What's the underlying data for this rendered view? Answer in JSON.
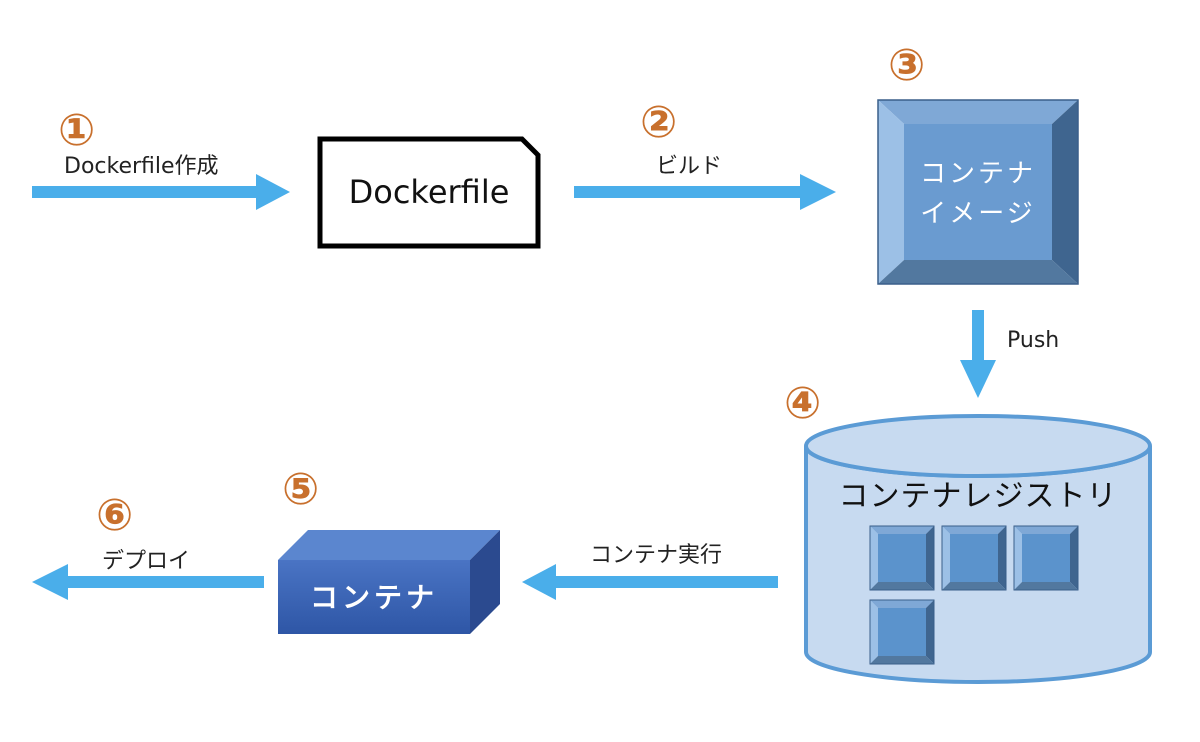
{
  "colors": {
    "arrow": "#4aaeea",
    "step_number": "#c8702d",
    "image_face": "#6a9bd0",
    "image_bevel_light": "#9cc0e6",
    "image_bevel_top": "#7fa8d6",
    "image_bevel_dark": "#3f658f",
    "image_bevel_bottom": "#52789f",
    "registry_fill": "#c7daf0",
    "registry_stroke": "#5b9bd5",
    "registry_item": "#5b93cc",
    "container_front": "#3a62b8",
    "container_top": "#5b86cf",
    "container_side": "#2b4a8f",
    "dockerfile_stroke": "#000000"
  },
  "steps": [
    {
      "number": "①",
      "edge_label": "Dockerfile作成"
    },
    {
      "number": "②",
      "edge_label": "ビルド"
    },
    {
      "number": "③"
    },
    {
      "number": "④",
      "edge_label": "Push"
    },
    {
      "number": "⑤",
      "edge_label": "コンテナ実行"
    },
    {
      "number": "⑥",
      "edge_label": "デプロイ"
    }
  ],
  "nodes": {
    "dockerfile": {
      "label": "Dockerfile"
    },
    "container_image": {
      "line1": "コンテナ",
      "line2": "イメージ"
    },
    "registry": {
      "label": "コンテナレジストリ",
      "stored_image_count": 4
    },
    "container": {
      "label": "コンテナ"
    }
  }
}
